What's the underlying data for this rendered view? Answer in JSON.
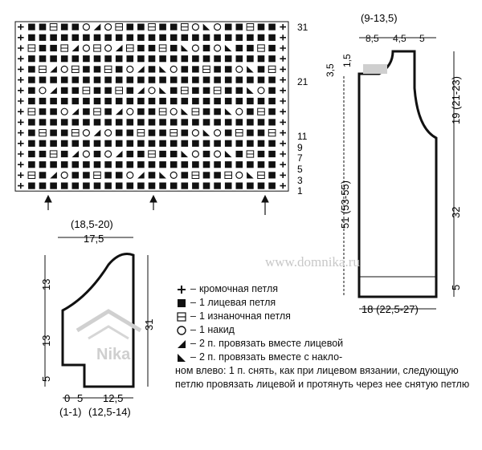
{
  "chart": {
    "row_labels": [
      "31",
      "21",
      "11",
      "9",
      "7",
      "5",
      "3",
      "1"
    ],
    "arrows": 3
  },
  "body_schematic": {
    "top_label": "(9-13,5)",
    "top_parts": [
      "8,5",
      "4,5",
      "5"
    ],
    "left_top_1": "1,5",
    "left_top_2": "3,5",
    "left_length": "51 (53-55)",
    "right_armhole": "19 (21-23)",
    "right_side": "32",
    "right_rib": "5",
    "bottom_width": "18 (22,5-27)"
  },
  "sleeve_schematic": {
    "top_label_1": "(18,5-20)",
    "top_label_2": "17,5",
    "left_1": "13",
    "left_2": "13",
    "left_3": "5",
    "right": "31",
    "bottom_1": "0",
    "bottom_2": "5",
    "bottom_3": "12,5",
    "bottom_sub_1": "(1-1)",
    "bottom_sub_2": "(12,5-14)"
  },
  "watermark": "www.domnika.ru",
  "logo_text": "Nika",
  "legend": [
    {
      "symbol": "plus",
      "text": "кромочная петля"
    },
    {
      "symbol": "filled",
      "text": "1 лицевая петля"
    },
    {
      "symbol": "purl",
      "text": "1 изнаночная петля"
    },
    {
      "symbol": "circle",
      "text": "1 накид"
    },
    {
      "symbol": "tri-right",
      "text": "2 п. провязать вместе лицевой"
    },
    {
      "symbol": "tri-left",
      "text": "2 п. провязать вместе с накло-",
      "continuation": "ном влево: 1 п. снять, как при лицевом вязании, следующую петлю провязать лицевой и протянуть через нее снятую петлю"
    }
  ]
}
